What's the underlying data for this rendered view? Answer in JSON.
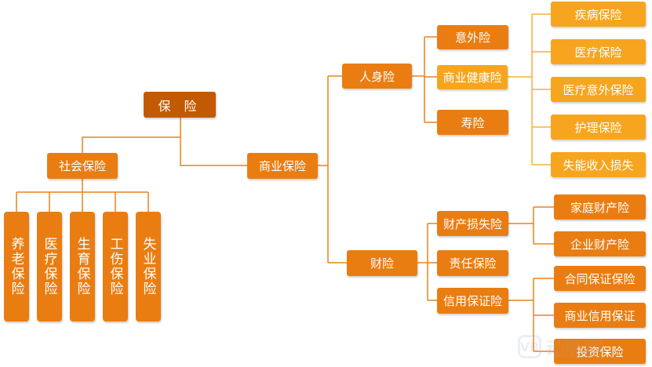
{
  "colors": {
    "root": "#c15a02",
    "primary": "#ea7d12",
    "secondary": "#f7a51f",
    "connector": "#e8831a",
    "connector_light": "#f6b13a"
  },
  "nodes": {
    "root": "保 险",
    "social": "社会保险",
    "commercial": "商业保险",
    "personal": "人身险",
    "property": "财险",
    "accident": "意外险",
    "health": "商业健康险",
    "life": "寿险",
    "disease": "疾病保险",
    "medical": "医疗保险",
    "medical_accident": "医疗意外保险",
    "nursing": "护理保险",
    "disability_income": "失能收入损失",
    "property_loss": "财产损失险",
    "liability": "责任保险",
    "credit_guarantee": "信用保证险",
    "household_property": "家庭财产险",
    "enterprise_property": "企业财产险",
    "contract_guarantee": "合同保证保险",
    "commercial_credit": "商业信用保证",
    "investment": "投资保险",
    "pension": "养老保险",
    "social_medical": "医疗保险",
    "maternity": "生育保险",
    "work_injury": "工伤保险",
    "unemployment": "失业保险"
  },
  "watermark": {
    "badge": "VB",
    "text": "动脉网"
  }
}
